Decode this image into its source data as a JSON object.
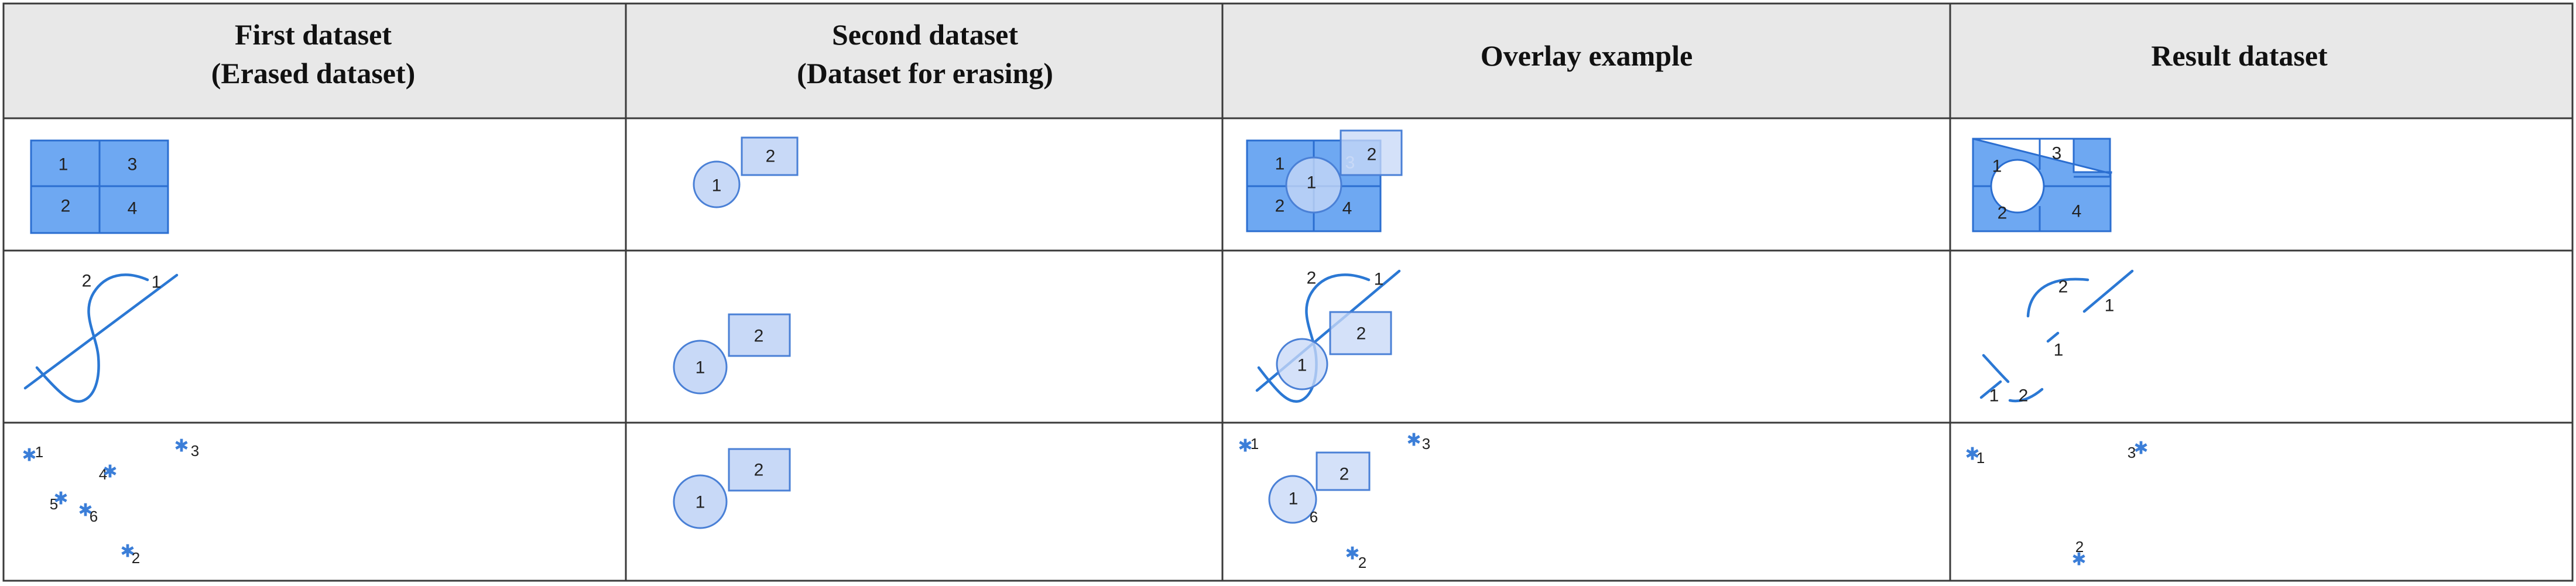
{
  "headers": [
    {
      "line1": "First dataset",
      "line2": "(Erased dataset)"
    },
    {
      "line1": "Second dataset",
      "line2": "(Dataset for erasing)"
    },
    {
      "line1": "Overlay example",
      "line2": ""
    },
    {
      "line1": "Result dataset",
      "line2": ""
    }
  ],
  "labels": {
    "one": "1",
    "two": "2",
    "three": "3",
    "four": "4",
    "five": "5",
    "six": "6"
  },
  "icons": {
    "point": "star-icon"
  },
  "colors": {
    "polygon_fill": "#6ea8f2",
    "polygon_stroke": "#2b6ed0",
    "eraser_fill": "#c8d9f7",
    "line_stroke": "#2b78d4",
    "point_color": "#3b7ed8",
    "header_background": "#e8e8e8",
    "grid_line": "#3a3a3a"
  }
}
